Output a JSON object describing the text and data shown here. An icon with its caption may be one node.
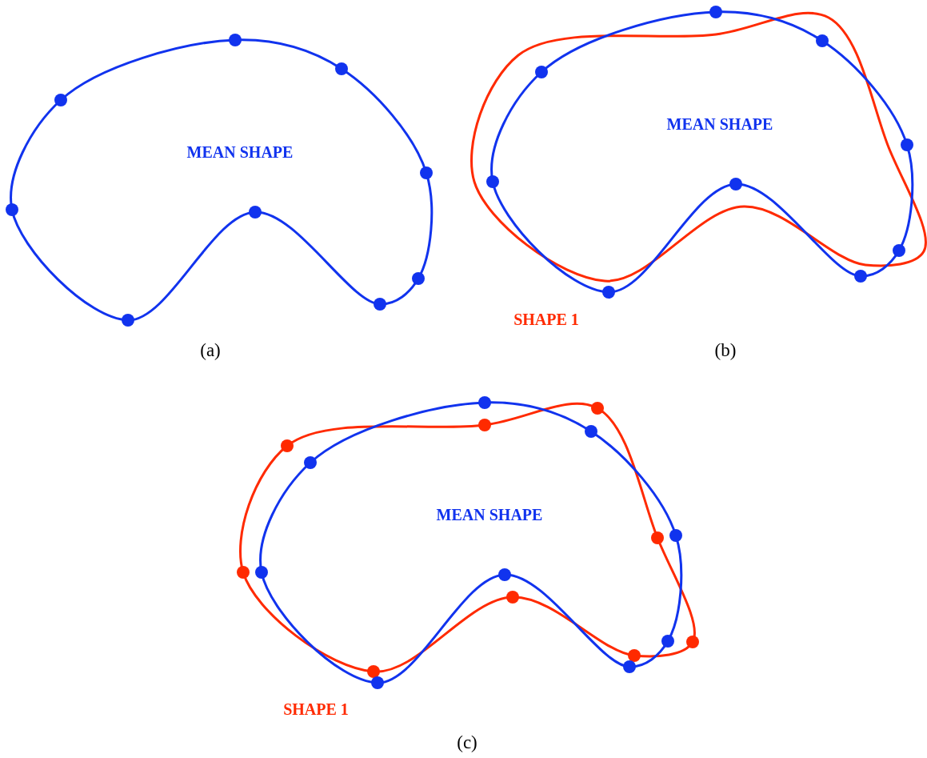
{
  "diagram": {
    "labels": [
      "MEAN SHAPE",
      "MEAN SHAPE",
      "SHAPE 1",
      "(a)",
      "(b)",
      "MEAN SHAPE",
      "SHAPE 1",
      "(c)"
    ]
  }
}
